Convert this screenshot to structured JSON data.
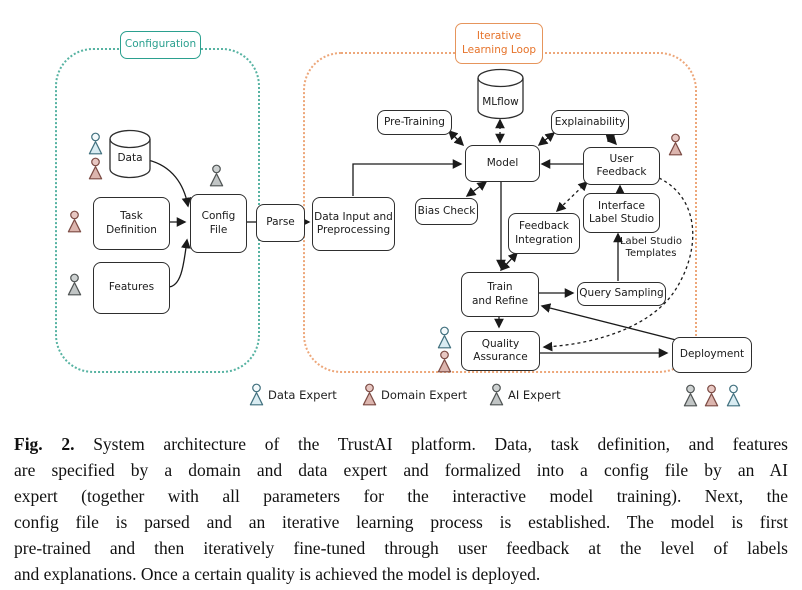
{
  "figure": {
    "caption": {
      "fig_label": "Fig. 2.",
      "lines": [
        " System architecture of the TrustAI platform. Data, task definition, and features",
        "are specified by a domain and data expert and formalized into a config file by an AI",
        "expert (together with all parameters for the interactive model training). Next, the",
        "config file is parsed and an iterative learning process is established. The model is first",
        "pre-trained and then iteratively fine-tuned through user feedback at the level of labels",
        "and explanations. Once a certain quality is achieved the model is deployed."
      ]
    }
  },
  "diagram": {
    "regions": {
      "configuration": {
        "label": "Configuration",
        "color": "#2ba08f"
      },
      "iterative_learning_loop": {
        "label": "Iterative\nLearning Loop",
        "color": "#e6732a"
      }
    },
    "nodes": {
      "data": {
        "label": "Data",
        "shape": "cylinder"
      },
      "task_definition": {
        "label": "Task\nDefinition"
      },
      "features": {
        "label": "Features"
      },
      "config_file": {
        "label": "Config\nFile"
      },
      "parse": {
        "label": "Parse"
      },
      "data_input_preprocessing": {
        "label": "Data Input and\nPreprocessing"
      },
      "mlflow": {
        "label": "MLflow",
        "shape": "cylinder"
      },
      "pre_training": {
        "label": "Pre-Training"
      },
      "explainability": {
        "label": "Explainability"
      },
      "model": {
        "label": "Model"
      },
      "bias_check": {
        "label": "Bias Check"
      },
      "user_feedback": {
        "label": "User\nFeedback"
      },
      "interface_label_studio": {
        "label": "Interface\nLabel Studio"
      },
      "feedback_integration": {
        "label": "Feedback\nIntegration"
      },
      "train_refine": {
        "label": "Train\nand Refine"
      },
      "query_sampling": {
        "label": "Query Sampling"
      },
      "quality_assurance": {
        "label": "Quality\nAssurance"
      },
      "deployment": {
        "label": "Deployment"
      }
    },
    "edge_labels": {
      "label_studio_templates": "Label Studio\nTemplates"
    },
    "legend": {
      "items": [
        {
          "label": "Data Expert",
          "color": "#d9ecf2"
        },
        {
          "label": "Domain Expert",
          "color": "#dcb5ae"
        },
        {
          "label": "AI Expert",
          "color": "#c1c5c5"
        }
      ]
    }
  }
}
